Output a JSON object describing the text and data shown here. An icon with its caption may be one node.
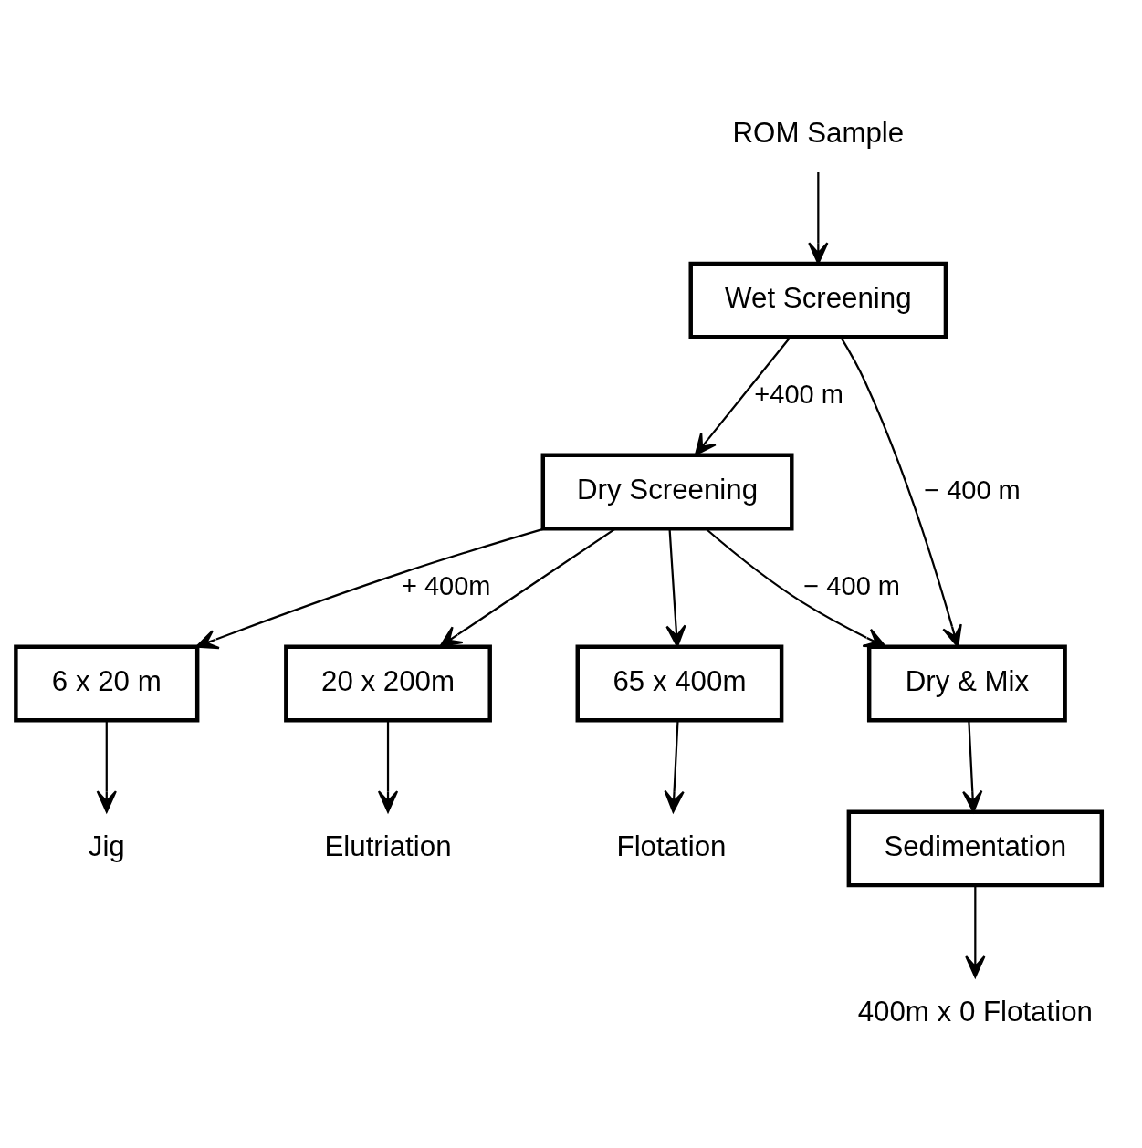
{
  "diagram": {
    "nodes": [
      {
        "text": [
          "ROM Sample"
        ]
      },
      {
        "text": [
          "Wet Screening"
        ]
      },
      {
        "text": [
          "Dry Screening"
        ]
      },
      {
        "text": [
          "6 x 20 m"
        ]
      },
      {
        "text": [
          "20 x 200m"
        ]
      },
      {
        "text": [
          "65 x 400m"
        ]
      },
      {
        "text": [
          "Dry & Mix"
        ]
      },
      {
        "text": [
          "Sedimentation"
        ]
      },
      {
        "text": [
          "Jig"
        ]
      },
      {
        "text": [
          "Elutriation"
        ]
      },
      {
        "text": [
          "Flotation"
        ]
      },
      {
        "text": [
          "400m x 0 Flotation"
        ]
      }
    ],
    "edges": [
      {
        "from": 0,
        "to": 1,
        "arrow": "to"
      },
      {
        "from": 1,
        "to": 2,
        "arrow": "to",
        "label": "+400 m"
      },
      {
        "from": 1,
        "to": 6,
        "arrow": "to",
        "label": "− 400 m"
      },
      {
        "from": 2,
        "to": 3,
        "arrow": "to",
        "label": "+ 400m"
      },
      {
        "from": 2,
        "to": 4,
        "arrow": "to"
      },
      {
        "from": 2,
        "to": 5,
        "arrow": "to"
      },
      {
        "from": 2,
        "to": 6,
        "arrow": "to",
        "label": "− 400 m"
      },
      {
        "from": 3,
        "to": 8,
        "arrow": "to"
      },
      {
        "from": 4,
        "to": 9,
        "arrow": "to"
      },
      {
        "from": 5,
        "to": 10,
        "arrow": "to"
      },
      {
        "from": 6,
        "to": 7,
        "arrow": "to"
      },
      {
        "from": 7,
        "to": 11,
        "arrow": "to"
      }
    ]
  }
}
